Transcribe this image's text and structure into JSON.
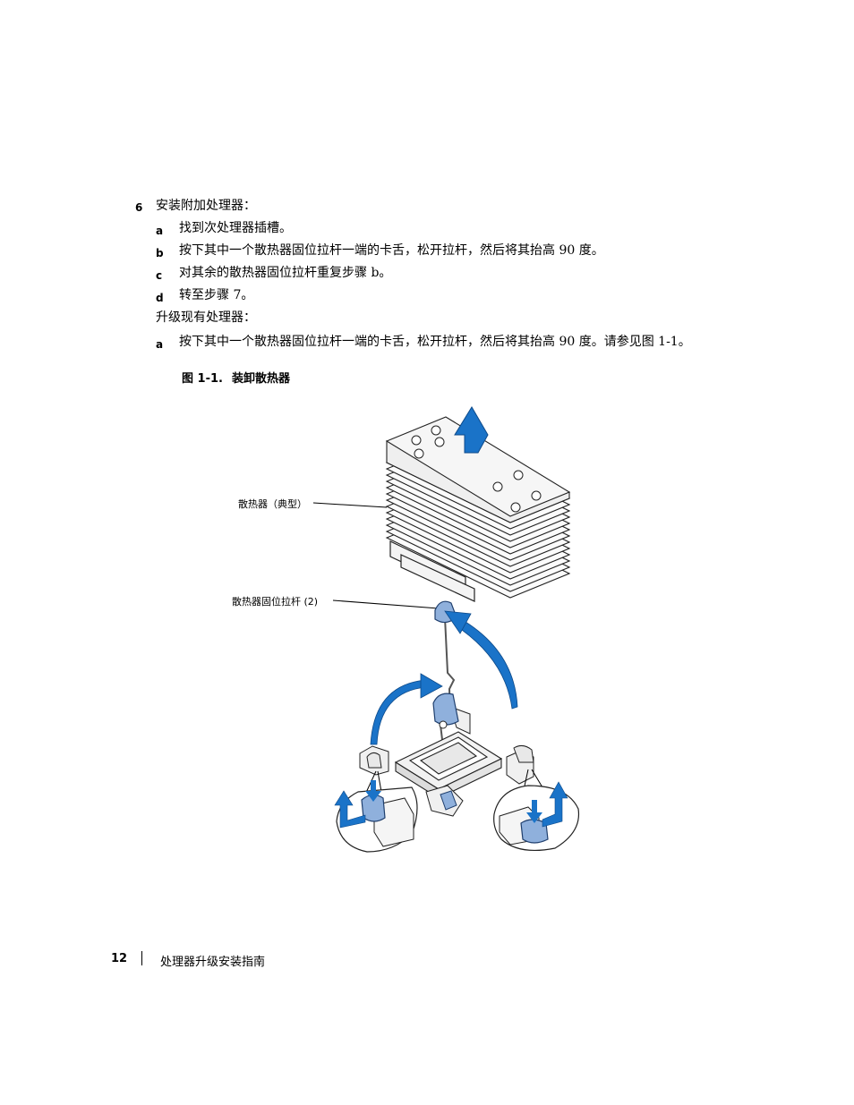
{
  "steps": {
    "s6": {
      "num": "6",
      "text": "安装附加处理器："
    },
    "s6a": {
      "num": "a",
      "text": "找到次处理器插槽。"
    },
    "s6b": {
      "num": "b",
      "text": "按下其中一个散热器固位拉杆一端的卡舌，松开拉杆，然后将其抬高 90 度。"
    },
    "s6c": {
      "num": "c",
      "text": "对其余的散热器固位拉杆重复步骤 b。"
    },
    "s6d": {
      "num": "d",
      "text": "转至步骤 7。"
    },
    "upgrade": {
      "text": "升级现有处理器："
    },
    "u_a": {
      "num": "a",
      "text": "按下其中一个散热器固位拉杆一端的卡舌，松开拉杆，然后将其抬高 90 度。请参见图  1-1。"
    }
  },
  "figure": {
    "number": "图 1-1.",
    "title": "装卸散热器",
    "callout_heatsink": "散热器（典型）",
    "callout_levers": "散热器固位拉杆 (2)"
  },
  "footer": {
    "page_number": "12",
    "title": "处理器升级安装指南"
  },
  "colors": {
    "accent_blue": "#1a73c8",
    "lever_blue": "#8fb0dc"
  }
}
